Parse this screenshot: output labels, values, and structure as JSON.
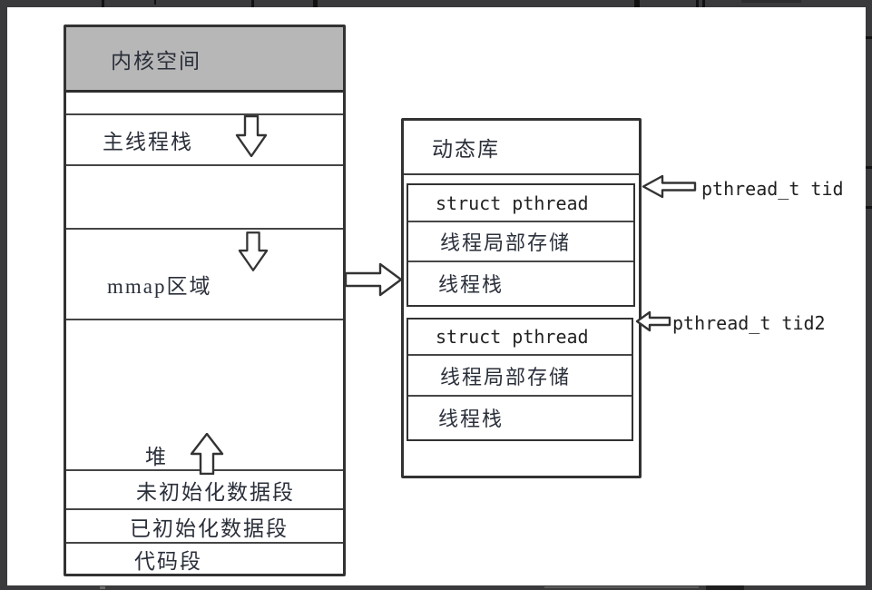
{
  "left_box": {
    "name": "process-memory-layout",
    "rows": [
      {
        "label": "内核空间"
      },
      {
        "label": ""
      },
      {
        "label": "主线程栈"
      },
      {
        "label": ""
      },
      {
        "label": "mmap区域"
      },
      {
        "label": "堆"
      },
      {
        "label": "未初始化数据段"
      },
      {
        "label": "已初始化数据段"
      },
      {
        "label": "代码段"
      }
    ]
  },
  "right_box": {
    "title": "动态库",
    "blocks": [
      {
        "rows": [
          "struct pthread",
          "线程局部存储",
          "线程栈"
        ]
      },
      {
        "rows": [
          "struct pthread",
          "线程局部存储",
          "线程栈"
        ]
      }
    ]
  },
  "annotations": {
    "tid_label": "pthread_t tid",
    "tid2_label": "pthread_t tid2"
  },
  "icons": {
    "down_arrow": "down-block-arrow",
    "up_arrow": "up-block-arrow",
    "right_arrow": "right-block-arrow",
    "left_arrow": "left-block-arrow"
  },
  "colors": {
    "frame_bg": "#3a3a3c",
    "frame_tick": "#121212",
    "kernel_fill": "#b7b7b7",
    "line": "#323232",
    "cjk_text": "#2a2f3a",
    "mono_text": "#1f1f1f",
    "page_bg": "#ffffff"
  }
}
